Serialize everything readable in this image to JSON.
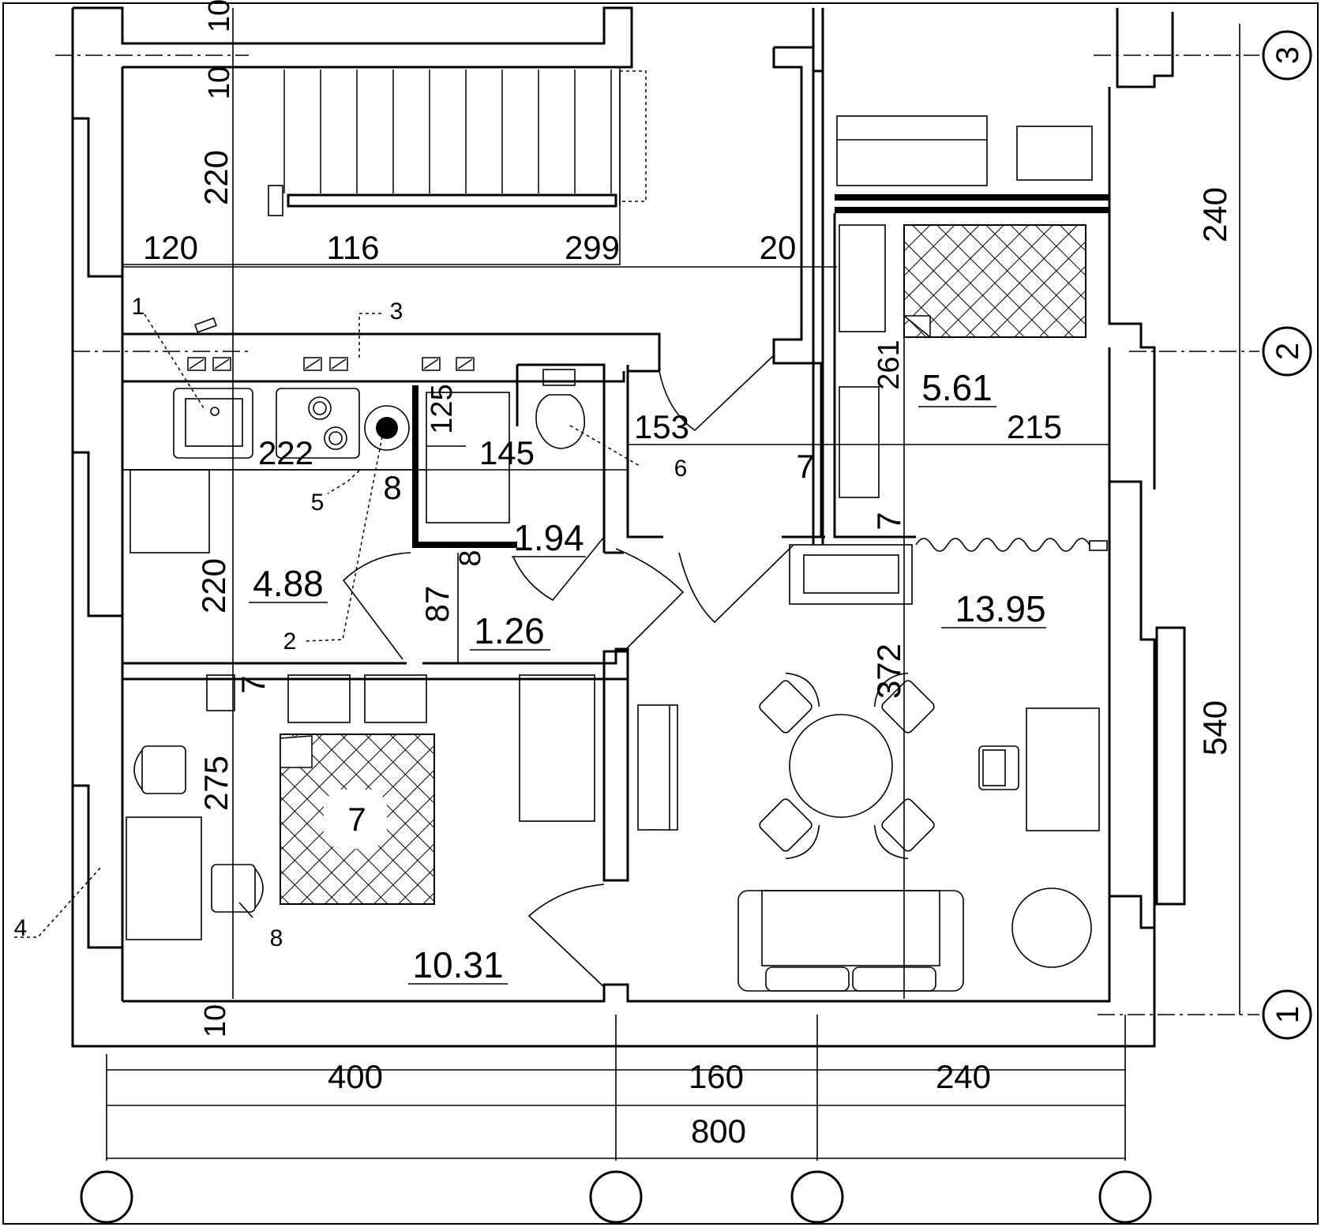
{
  "axes": {
    "right": [
      "3",
      "2",
      "1"
    ],
    "bottom": [
      "",
      "",
      "",
      ""
    ]
  },
  "dimensions": {
    "stair_top_10a": "10",
    "stair_top_10b": "10",
    "stair_220": "220",
    "row_120": "120",
    "row_116": "116",
    "row_299": "299",
    "row_20": "20",
    "kitchen_222": "222",
    "kitchen_8": "8",
    "kitchen_220": "220",
    "bath_125": "125",
    "bath_145": "145",
    "bath_8": "8",
    "bath_87": "87",
    "hall_153": "153",
    "hall_7": "7",
    "right_261": "261",
    "right_215": "215",
    "right_7": "7",
    "living_372": "372",
    "bed_7": "7",
    "bed_275": "275",
    "bed_10": "10",
    "right_240": "240",
    "right_540": "540",
    "bottom_400": "400",
    "bottom_160": "160",
    "bottom_240": "240",
    "bottom_800": "800"
  },
  "areas": {
    "kitchen": "4.88",
    "bathroom": "1.94",
    "wc": "1.26",
    "bedroom_right": "5.61",
    "living": "13.95",
    "bedroom": "10.31",
    "bed_marker": "7"
  },
  "callouts": [
    "1",
    "2",
    "3",
    "4",
    "5",
    "6",
    "8"
  ]
}
